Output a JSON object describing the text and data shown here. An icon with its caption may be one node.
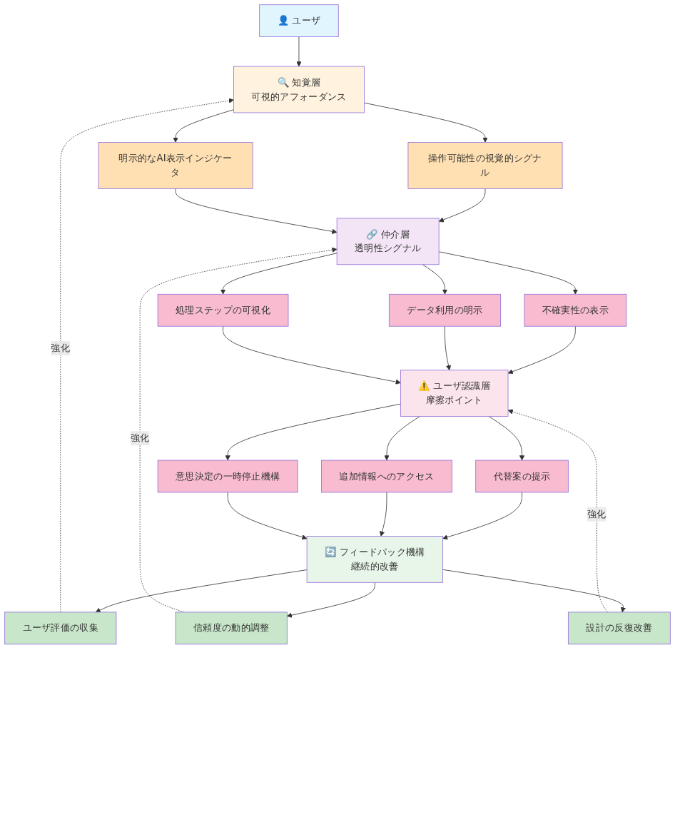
{
  "diagram": {
    "nodes": [
      {
        "text": [
          "👤 ユーザ"
        ]
      },
      {
        "text": [
          "🔍 知覚層",
          "可視的アフォーダンス"
        ]
      },
      {
        "text": [
          "操作可能性の視覚的シグナル"
        ]
      },
      {
        "text": [
          "明示的なAI表示インジケータ"
        ]
      },
      {
        "text": [
          "🔗 仲介層",
          "透明性シグナル"
        ]
      },
      {
        "text": [
          "不確実性の表示"
        ]
      },
      {
        "text": [
          "データ利用の明示"
        ]
      },
      {
        "text": [
          "処理ステップの可視化"
        ]
      },
      {
        "text": [
          "⚠️ ユーザ認識層",
          "摩擦ポイント"
        ]
      },
      {
        "text": [
          "代替案の提示"
        ]
      },
      {
        "text": [
          "追加情報へのアクセス"
        ]
      },
      {
        "text": [
          "意思決定の一時停止機構"
        ]
      },
      {
        "text": [
          "🔄 フィードバック機構",
          "継続的改善"
        ]
      },
      {
        "text": [
          "ユーザ評価の収集"
        ]
      },
      {
        "text": [
          "信頼度の動的調整"
        ]
      },
      {
        "text": [
          "設計の反復改善"
        ]
      }
    ],
    "edges": [
      {
        "from": 0,
        "to": 1,
        "arrow": "to"
      },
      {
        "from": 1,
        "to": 2,
        "arrow": "to"
      },
      {
        "from": 1,
        "to": 3,
        "arrow": "to"
      },
      {
        "from": 2,
        "to": 4,
        "arrow": "to"
      },
      {
        "from": 3,
        "to": 4,
        "arrow": "to"
      },
      {
        "from": 4,
        "to": 5,
        "arrow": "to"
      },
      {
        "from": 4,
        "to": 6,
        "arrow": "to"
      },
      {
        "from": 4,
        "to": 7,
        "arrow": "to"
      },
      {
        "from": 5,
        "to": 8,
        "arrow": "to"
      },
      {
        "from": 6,
        "to": 8,
        "arrow": "to"
      },
      {
        "from": 7,
        "to": 8,
        "arrow": "to"
      },
      {
        "from": 8,
        "to": 9,
        "arrow": "to"
      },
      {
        "from": 8,
        "to": 10,
        "arrow": "to"
      },
      {
        "from": 8,
        "to": 11,
        "arrow": "to"
      },
      {
        "from": 9,
        "to": 12,
        "arrow": "to"
      },
      {
        "from": 10,
        "to": 12,
        "arrow": "to"
      },
      {
        "from": 11,
        "to": 12,
        "arrow": "to"
      },
      {
        "from": 12,
        "to": 13,
        "arrow": "to"
      },
      {
        "from": 12,
        "to": 14,
        "arrow": "to"
      },
      {
        "from": 12,
        "to": 15,
        "arrow": "to"
      },
      {
        "from": 13,
        "to": 1,
        "arrow": "to",
        "label": "強化",
        "style": "dashed"
      },
      {
        "from": 14,
        "to": 4,
        "arrow": "to",
        "label": "強化",
        "style": "dashed"
      },
      {
        "from": 15,
        "to": 8,
        "arrow": "to",
        "label": "強化",
        "style": "dashed"
      }
    ]
  }
}
